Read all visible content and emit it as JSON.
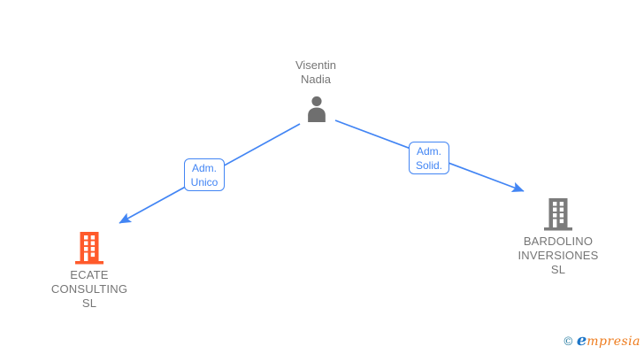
{
  "diagram": {
    "root_person": {
      "name": "Visentin\nNadia"
    },
    "edges": [
      {
        "label": "Adm.\nUnico",
        "from": "Visentin Nadia",
        "to": "ECATE CONSULTING SL"
      },
      {
        "label": "Adm.\nSolid.",
        "from": "Visentin Nadia",
        "to": "BARDOLINO INVERSIONES SL"
      }
    ],
    "companies": [
      {
        "name": "ECATE\nCONSULTING\nSL",
        "icon_color": "#ff5a2b"
      },
      {
        "name": "BARDOLINO\nINVERSIONES\nSL",
        "icon_color": "#7b7b7b"
      }
    ],
    "colors": {
      "edge": "#4285f4",
      "label_text": "#4285f4",
      "node_text": "#757575",
      "person_icon": "#6f6f6f"
    }
  },
  "watermark": {
    "copyright": "©",
    "brand_initial": "e",
    "brand_rest": "mpresia",
    "copyright_color": "#2b7fa3",
    "initial_color": "#1d76c8",
    "rest_color": "#ee7c1e"
  }
}
